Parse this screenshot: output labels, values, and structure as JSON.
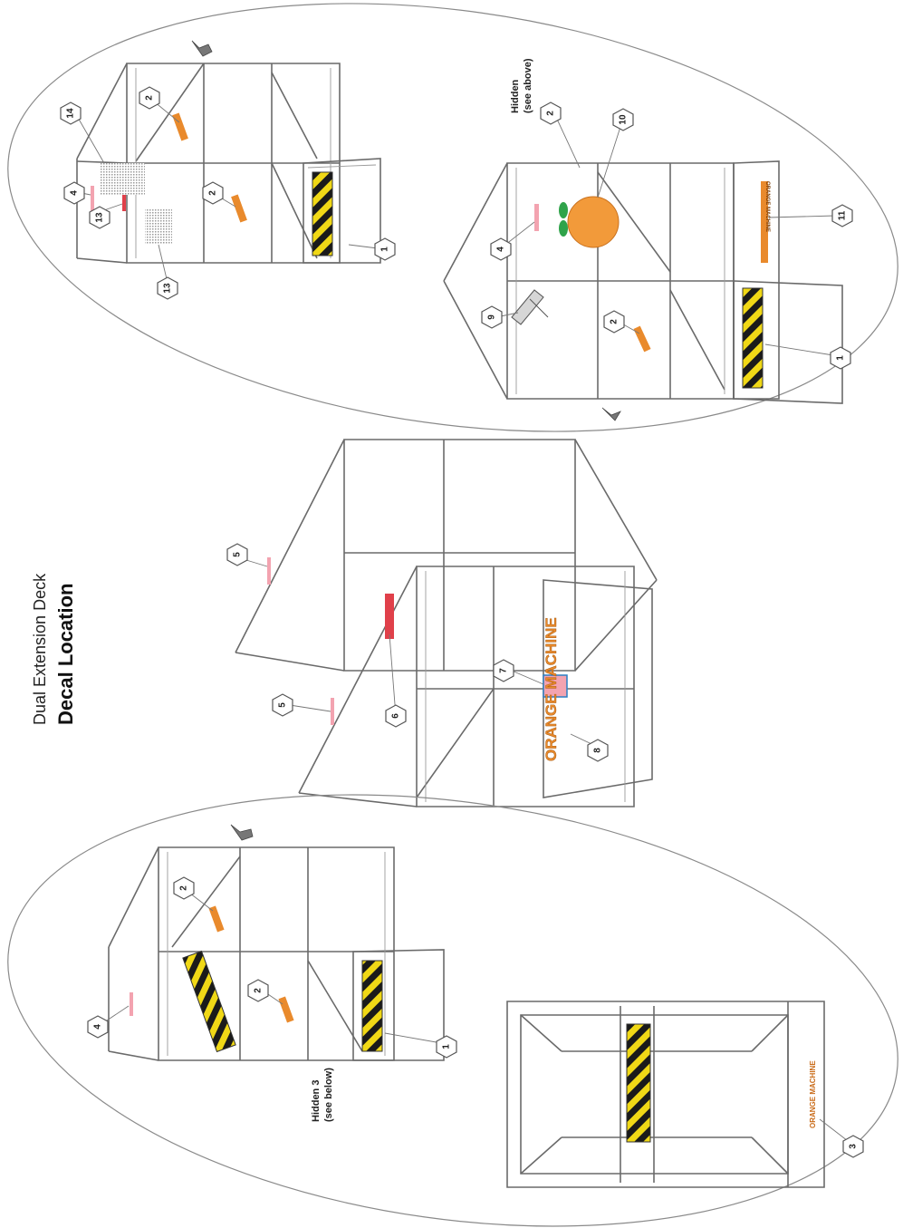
{
  "title": {
    "subtitle": "Dual Extension Deck",
    "main": "Decal Location"
  },
  "notes": {
    "hidden_see_above_line1": "Hidden",
    "hidden_see_above_line2": "(see above)",
    "hidden_see_below_line1": "Hidden 3",
    "hidden_see_below_line2": "(see below)"
  },
  "decal_texts": {
    "brand": "ORANGE MACHINE",
    "strip_small": "ORANGE MACHINE"
  },
  "callouts": {
    "c1a": "1",
    "c2a": "2",
    "c2b": "2",
    "c4a": "4",
    "c13a": "13",
    "c13b": "13",
    "c14": "14",
    "c1b": "1",
    "c2c": "2",
    "c2d": "2",
    "c4b": "4",
    "c9": "9",
    "c10": "10",
    "c11": "11",
    "c5a": "5",
    "c5b": "5",
    "c6": "6",
    "c7": "7",
    "c8": "8",
    "c1c": "1",
    "c2e": "2",
    "c2f": "2",
    "c4c": "4",
    "c3": "3"
  },
  "colors": {
    "hazard_yellow": "#f0d816",
    "hazard_black": "#1a1a1a",
    "decal_orange": "#e98a2c",
    "decal_red": "#e0404a",
    "decal_pink": "#f3a3b0",
    "orange_fruit": "#f29a3a",
    "leaf_green": "#2fa34a"
  }
}
